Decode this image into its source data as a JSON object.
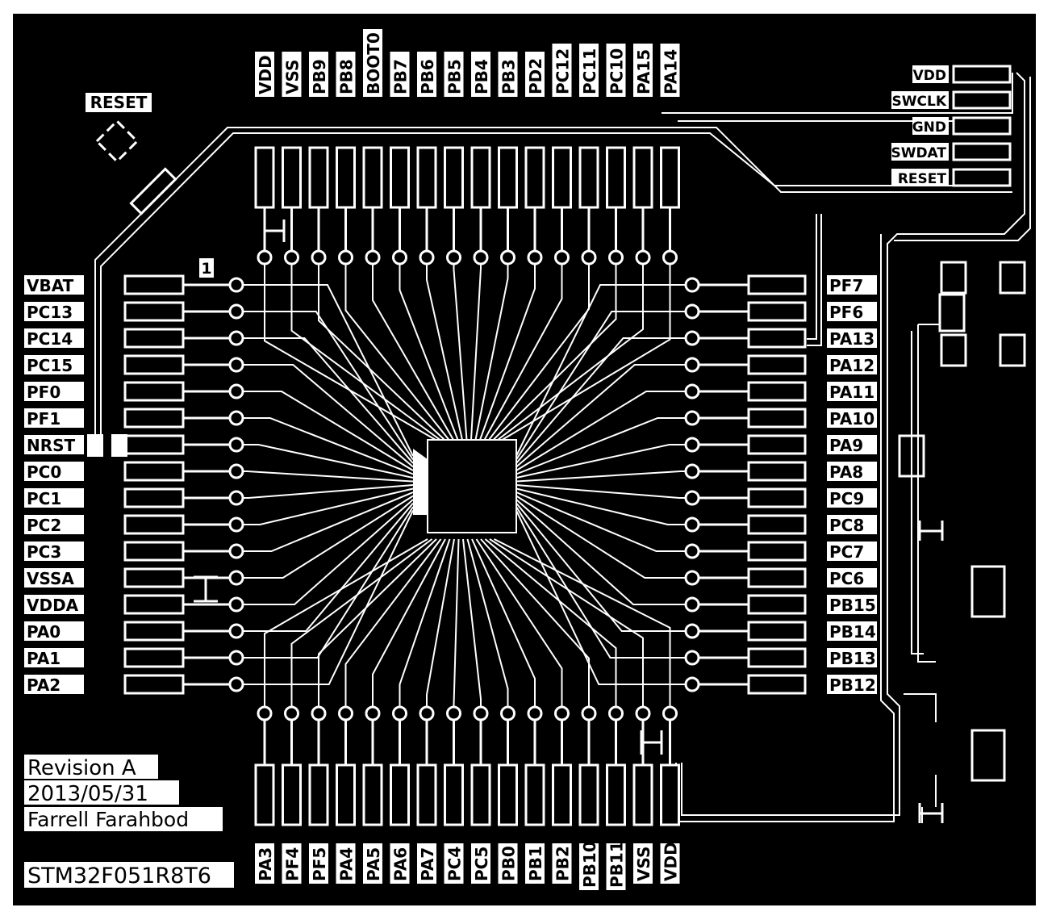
{
  "labels": {
    "reset_button": "RESET",
    "pin1_marker": "1",
    "revision": "Revision A",
    "date": "2013/05/31",
    "author": "Farrell Farahbod",
    "part": "STM32F051R8T6"
  },
  "pins": {
    "left": [
      "VBAT",
      "PC13",
      "PC14",
      "PC15",
      "PF0",
      "PF1",
      "NRST",
      "PC0",
      "PC1",
      "PC2",
      "PC3",
      "VSSA",
      "VDDA",
      "PA0",
      "PA1",
      "PA2"
    ],
    "right": [
      "PF7",
      "PF6",
      "PA13",
      "PA12",
      "PA11",
      "PA10",
      "PA9",
      "PA8",
      "PC9",
      "PC8",
      "PC7",
      "PC6",
      "PB15",
      "PB14",
      "PB13",
      "PB12"
    ],
    "top": [
      "VDD",
      "VSS",
      "PB9",
      "PB8",
      "BOOT0",
      "PB7",
      "PB6",
      "PB5",
      "PB4",
      "PB3",
      "PD2",
      "PC12",
      "PC11",
      "PC10",
      "PA15",
      "PA14"
    ],
    "bottom": [
      "PA3",
      "PF4",
      "PF5",
      "PA4",
      "PA5",
      "PA6",
      "PA7",
      "PC4",
      "PC5",
      "PB0",
      "PB1",
      "PB2",
      "PB10",
      "PB11",
      "VSS",
      "VDD"
    ]
  },
  "swd_header": [
    "VDD",
    "SWCLK",
    "GND",
    "SWDAT",
    "RESET"
  ],
  "colors": {
    "board": "#000000",
    "copper": "#ffffff"
  }
}
